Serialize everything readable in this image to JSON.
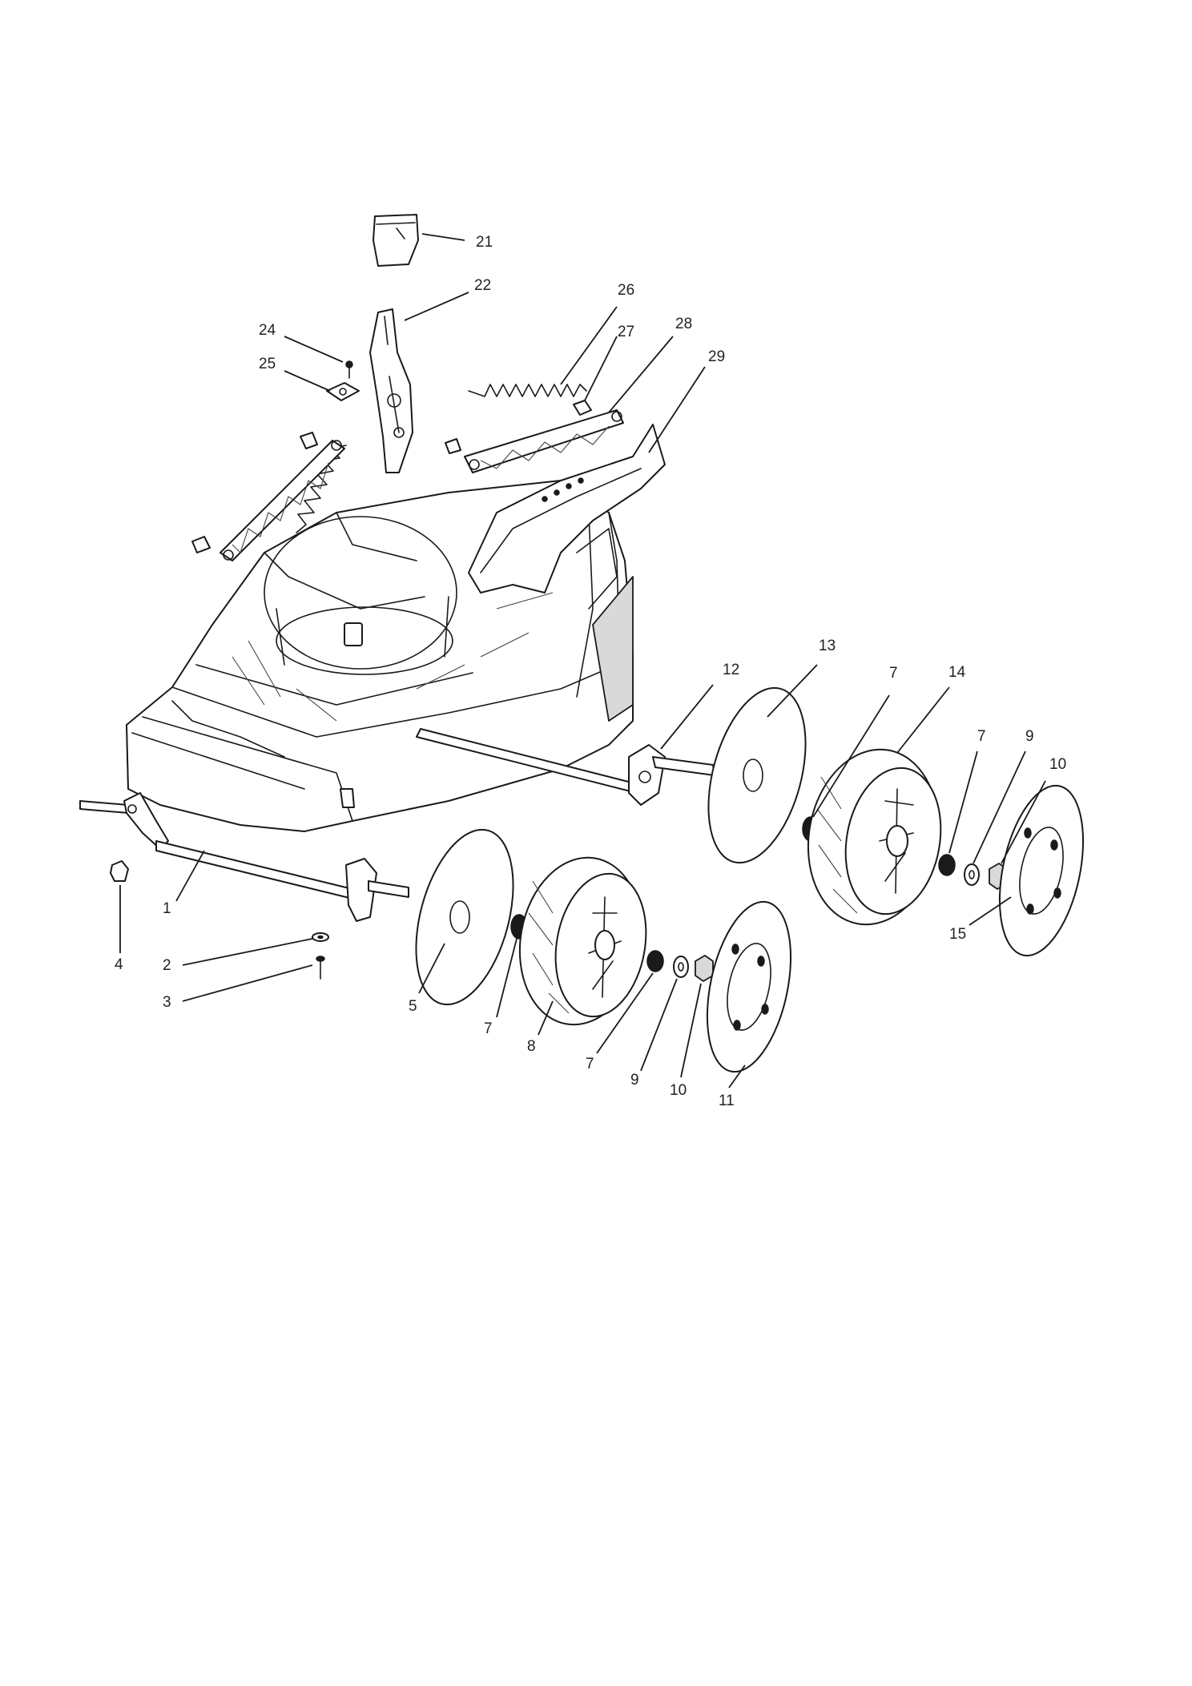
{
  "callouts": {
    "c1": "1",
    "c2": "2",
    "c3": "3",
    "c4": "4",
    "c5": "5",
    "c7a": "7",
    "c7b": "7",
    "c7c": "7",
    "c7d": "7",
    "c8": "8",
    "c9a": "9",
    "c9b": "9",
    "c10a": "10",
    "c10b": "10",
    "c11": "11",
    "c12": "12",
    "c13": "13",
    "c14": "14",
    "c15": "15",
    "c21": "21",
    "c22": "22",
    "c24": "24",
    "c25": "25",
    "c26": "26",
    "c27": "27",
    "c28": "28",
    "c29": "29"
  },
  "line_color": "#1a1a1a",
  "background": "#ffffff"
}
